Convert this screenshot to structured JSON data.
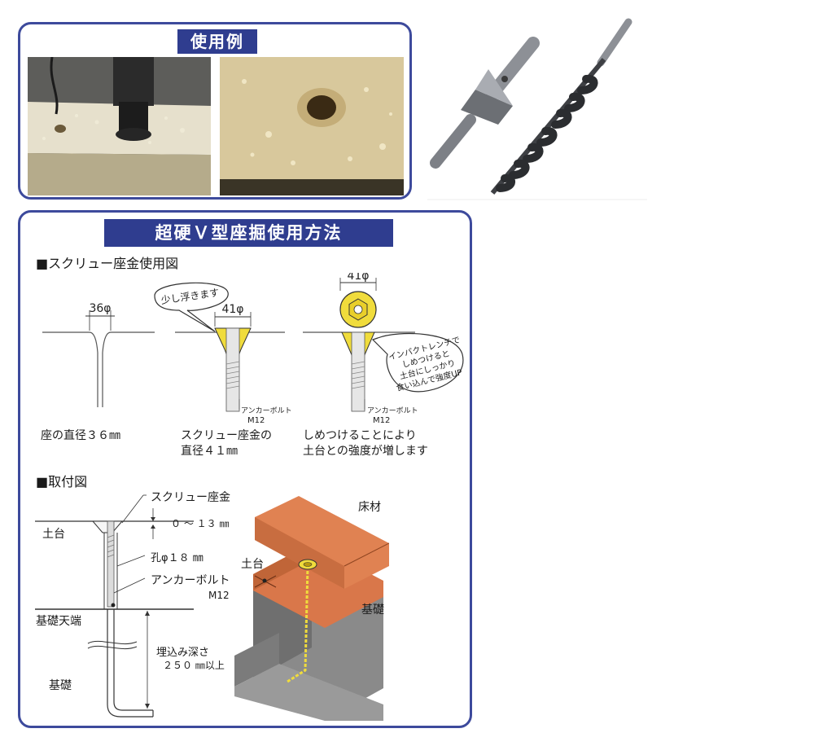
{
  "example_panel": {
    "title": "使用例"
  },
  "method_panel": {
    "title": "超硬Ｖ型座掘使用方法",
    "screw_washer_section": {
      "heading": "■スクリュー座金使用図",
      "step1": {
        "dim": "36φ",
        "caption": "座の直径３６㎜"
      },
      "step2": {
        "callout": "少し浮きます",
        "dim": "41φ",
        "bolt_label_1": "アンカーボルト",
        "bolt_label_2": "M12",
        "caption_1": "スクリュー座金の",
        "caption_2": "直径４１㎜"
      },
      "step3": {
        "dim": "41φ",
        "callout_1": "インパクトレンチで",
        "callout_2": "しめつけると",
        "callout_3": "土台にしっかり",
        "callout_4": "食い込んで強度UP",
        "bolt_label_1": "アンカーボルト",
        "bolt_label_2": "M12",
        "caption_1": "しめつけることにより",
        "caption_2": "土台との強度が増します"
      }
    },
    "install_section": {
      "heading": "■取付図",
      "screw_washer": "スクリュー座金",
      "gap": "０ ～ １３ ㎜",
      "sill": "土台",
      "hole": "孔φ１８ ㎜",
      "anchor_bolt": "アンカーボルト",
      "anchor_size": "M12",
      "foundation_top": "基礎天端",
      "depth_1": "埋込み深さ",
      "depth_2": "２５０ ㎜以上",
      "foundation": "基礎",
      "floor_3d": "床材",
      "sill_3d": "土台",
      "foundation_3d": "基礎"
    }
  },
  "colors": {
    "panel_border": "#3d4a9c",
    "banner_bg": "#2f3d8f",
    "washer_yellow": "#f0dc3c",
    "floor_orange": "#d9774a",
    "concrete_gray": "#8a8a8a"
  }
}
